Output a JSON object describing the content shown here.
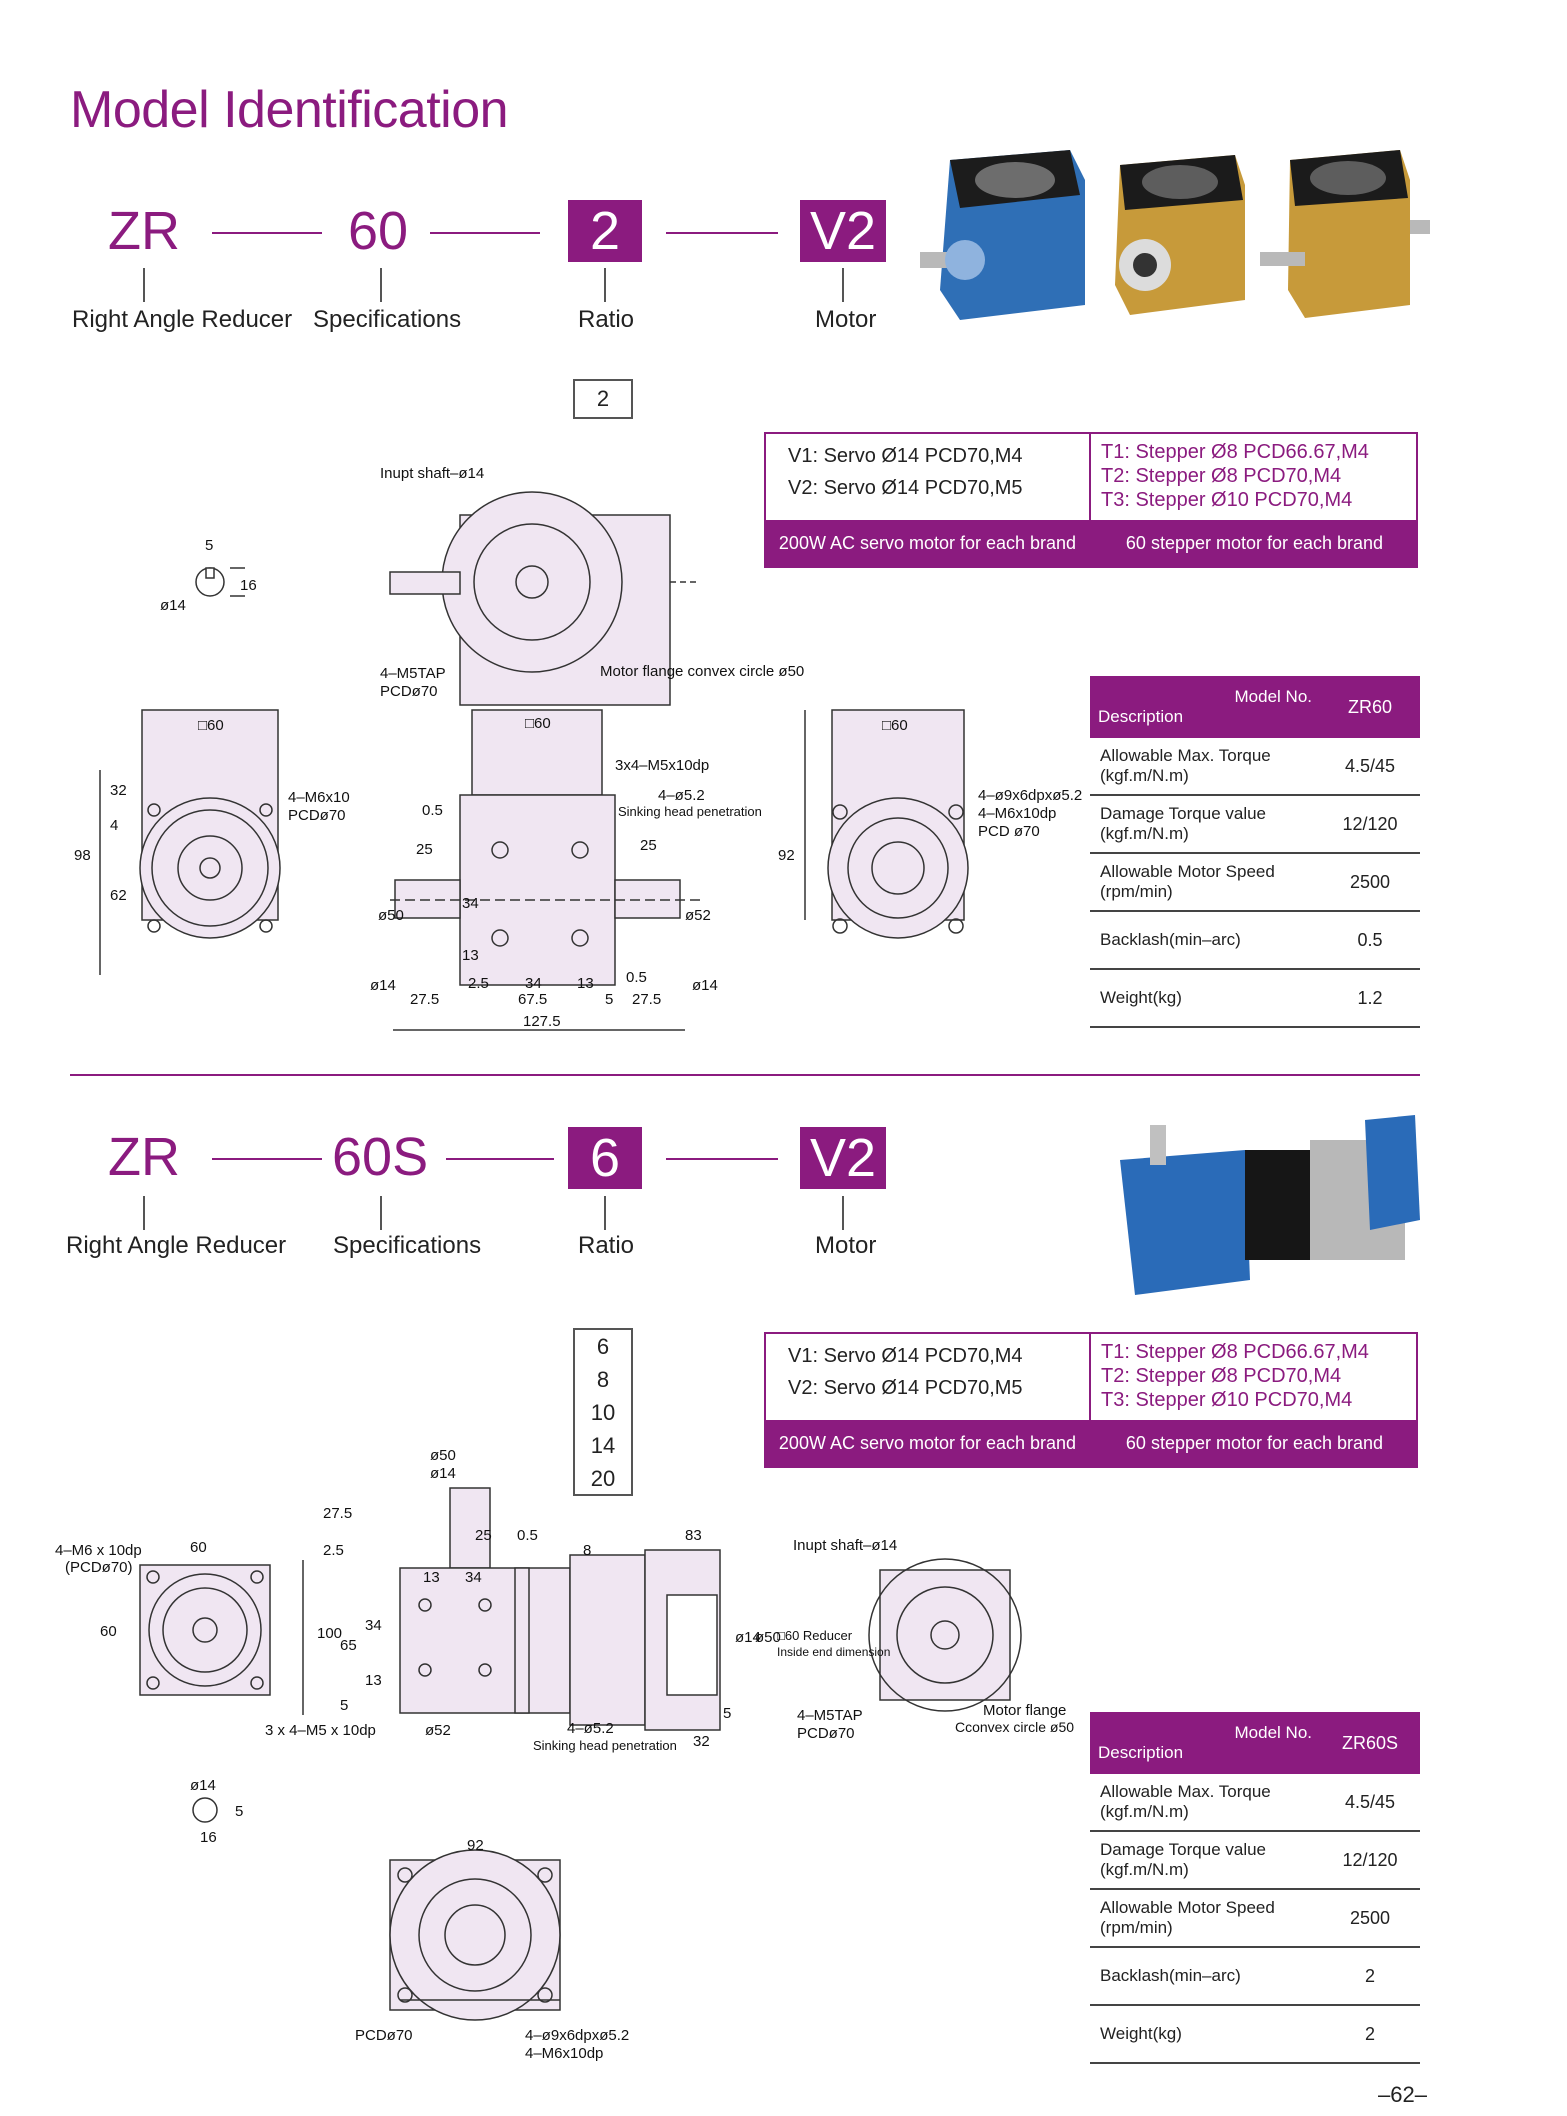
{
  "page_title": "Model Identification",
  "page_number": "–62–",
  "section1": {
    "codes": [
      "ZR",
      "60",
      "2",
      "V2"
    ],
    "labels": [
      "Right Angle Reducer",
      "Specifications",
      "Ratio",
      "Motor"
    ],
    "ratio_options": [
      "2"
    ],
    "motor": {
      "servo": [
        "V1: Servo Ø14 PCD70,M4",
        "V2: Servo Ø14 PCD70,M5"
      ],
      "stepper": [
        "T1: Stepper Ø8 PCD66.67,M4",
        "T2: Stepper Ø8 PCD70,M4",
        "T3: Stepper Ø10 PCD70,M4"
      ],
      "servo_note": "200W AC servo motor for each brand",
      "stepper_note": "60 stepper motor for each brand"
    },
    "spec_table": {
      "model_header": "Model No.",
      "desc_header": "Description",
      "model": "ZR60",
      "rows": [
        {
          "desc": "Allowable Max. Torque (kgf.m/N.m)",
          "value": "4.5/45"
        },
        {
          "desc": "Damage Torque value (kgf.m/N.m)",
          "value": "12/120"
        },
        {
          "desc": "Allowable Motor Speed (rpm/min)",
          "value": "2500"
        },
        {
          "desc": "Backlash(min–arc)",
          "value": "0.5"
        },
        {
          "desc": "Weight(kg)",
          "value": "1.2"
        }
      ]
    },
    "drawing_labels": {
      "input_shaft": "Inupt shaft–ø14",
      "tap": "4–M5TAP",
      "pcd70": "PCDø70",
      "flange": "Motor flange convex circle ø50",
      "key5": "5",
      "key16": "16",
      "d14": "ø14",
      "sq60a": "□60",
      "sq60b": "□60",
      "sq60c": "□60",
      "m6": "4–M6x10",
      "pcd70b": "PCDø70",
      "m5": "3x4–M5x10dp",
      "d52": "4–ø5.2",
      "sink": "Sinking head penetration",
      "side1": "4–ø9x6dpxø5.2",
      "side2": "4–M6x10dp",
      "side3": "PCD ø70",
      "dims": [
        "32",
        "4",
        "98",
        "62",
        "0.5",
        "25",
        "25",
        "34",
        "13",
        "2.5",
        "34",
        "13",
        "0.5",
        "27.5",
        "67.5",
        "5",
        "27.5",
        "127.5",
        "92"
      ],
      "phi50": "ø50",
      "phi52": "ø52",
      "phi14a": "ø14",
      "phi14b": "ø14"
    }
  },
  "section2": {
    "codes": [
      "ZR",
      "60S",
      "6",
      "V2"
    ],
    "labels": [
      "Right Angle Reducer",
      "Specifications",
      "Ratio",
      "Motor"
    ],
    "ratio_options": [
      "6",
      "8",
      "10",
      "14",
      "20"
    ],
    "motor": {
      "servo": [
        "V1: Servo Ø14 PCD70,M4",
        "V2: Servo Ø14 PCD70,M5"
      ],
      "stepper": [
        "T1: Stepper Ø8 PCD66.67,M4",
        "T2: Stepper Ø8 PCD70,M4",
        "T3: Stepper Ø10 PCD70,M4"
      ],
      "servo_note": "200W AC servo motor for each brand",
      "stepper_note": "60 stepper motor for each brand"
    },
    "spec_table": {
      "model_header": "Model No.",
      "desc_header": "Description",
      "model": "ZR60S",
      "rows": [
        {
          "desc": "Allowable Max. Torque (kgf.m/N.m)",
          "value": "4.5/45"
        },
        {
          "desc": "Damage Torque value (kgf.m/N.m)",
          "value": "12/120"
        },
        {
          "desc": "Allowable Motor Speed (rpm/min)",
          "value": "2500"
        },
        {
          "desc": "Backlash(min–arc)",
          "value": "2"
        },
        {
          "desc": "Weight(kg)",
          "value": "2"
        }
      ]
    },
    "drawing_labels": {
      "m6": "4–M6 x 10dp",
      "pcd": "(PCDø70)",
      "w60": "60",
      "h60": "60",
      "phi50": "ø50",
      "phi14": "ø14",
      "m5": "3 x 4–M5 x 10dp",
      "phi52": "ø52",
      "d52": "4–ø5.2",
      "sink": "Sinking head penetration",
      "w83": "83",
      "w32": "32",
      "input": "Inupt shaft–ø14",
      "tap": "4–M5TAP",
      "pcd70": "PCDø70",
      "flange1": "Motor flange",
      "flange2": "Cconvex circle ø50",
      "reducer": "□60 Reducer",
      "inside": "Inside end dimension",
      "key14": "ø14",
      "key16": "16",
      "key5": "5",
      "w92": "92",
      "pcd70b": "PCDø70",
      "holes1": "4–ø9x6dpxø5.2",
      "holes2": "4–M6x10dp",
      "dims": [
        "27.5",
        "2.5",
        "25",
        "0.5",
        "8",
        "13",
        "34",
        "100",
        "65",
        "34",
        "13",
        "5",
        "5",
        "ø14",
        "ø50"
      ]
    }
  },
  "colors": {
    "brand": "#8b1b7f",
    "drawing_fill": "#f0e6f2"
  }
}
